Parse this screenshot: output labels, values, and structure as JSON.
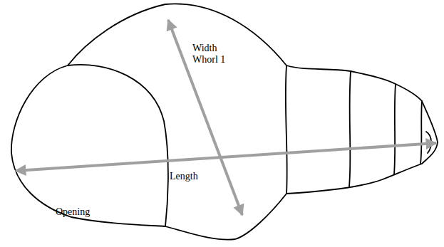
{
  "diagram": {
    "labels": [
      "Width Whorl 1",
      "Length",
      "Opening"
    ]
  }
}
